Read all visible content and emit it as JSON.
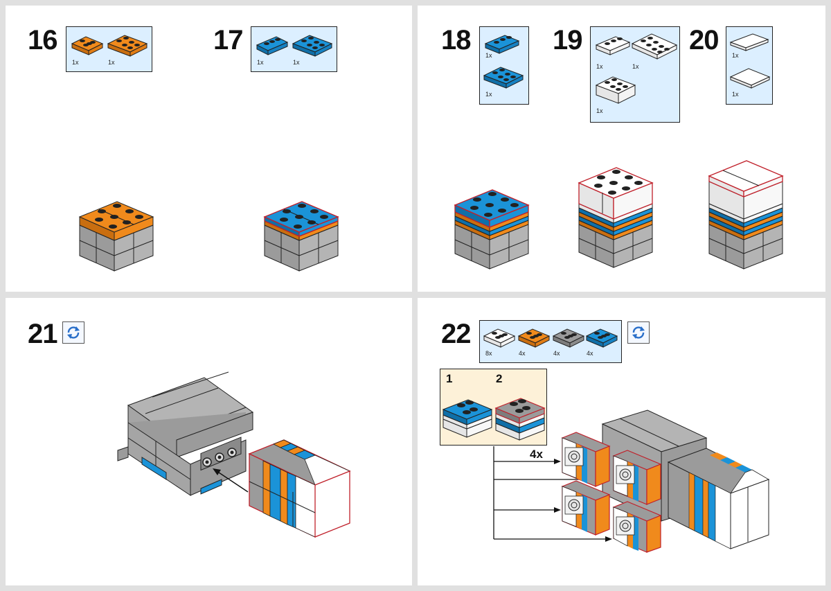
{
  "steps": [
    {
      "number": "16",
      "parts": [
        {
          "qty": "1x"
        },
        {
          "qty": "1x"
        }
      ]
    },
    {
      "number": "17",
      "parts": [
        {
          "qty": "1x"
        },
        {
          "qty": "1x"
        }
      ]
    },
    {
      "number": "18",
      "parts": [
        {
          "qty": "1x"
        },
        {
          "qty": "1x"
        }
      ]
    },
    {
      "number": "19",
      "parts": [
        {
          "qty": "1x"
        },
        {
          "qty": "1x"
        },
        {
          "qty": "1x"
        }
      ]
    },
    {
      "number": "20",
      "parts": [
        {
          "qty": "1x"
        },
        {
          "qty": "1x"
        }
      ]
    },
    {
      "number": "21",
      "parts": []
    },
    {
      "number": "22",
      "parts": [
        {
          "qty": "8x"
        },
        {
          "qty": "4x"
        },
        {
          "qty": "4x"
        },
        {
          "qty": "4x"
        }
      ],
      "subassembly": {
        "labels": [
          "1",
          "2"
        ],
        "multiplier": "4x"
      }
    }
  ],
  "colors": {
    "orange": "#f08a1c",
    "blue": "#1b93d8",
    "gray": "#9b9b9b",
    "white": "#ffffff",
    "highlight": "#c0202a",
    "partbox_bg": "#dcefff",
    "subassembly_bg": "#fdf1d8",
    "rotate_icon": "#2a6fc9"
  },
  "icons": [
    "rotate-icon",
    "arrow-icon"
  ]
}
